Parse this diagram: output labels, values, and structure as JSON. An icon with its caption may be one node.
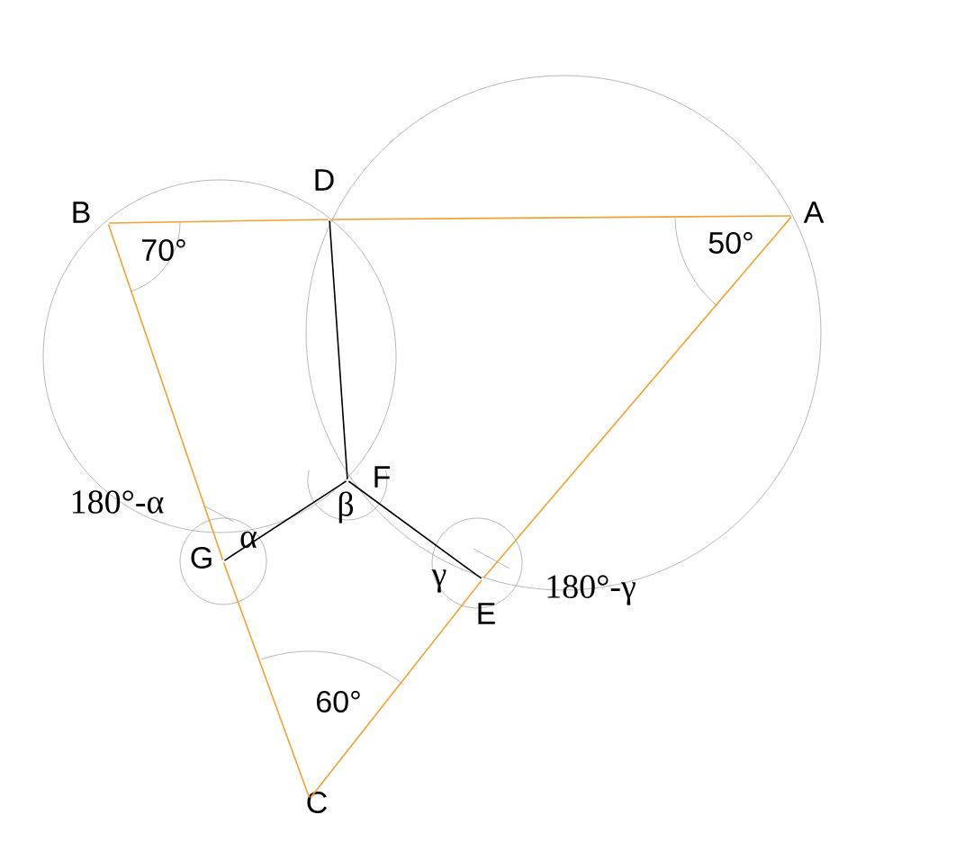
{
  "diagram": {
    "nodes": [
      {
        "text": [
          "A"
        ]
      },
      {
        "text": [
          "B"
        ]
      },
      {
        "text": [
          "C"
        ]
      },
      {
        "text": [
          "D"
        ]
      },
      {
        "text": [
          "E"
        ]
      },
      {
        "text": [
          "F"
        ]
      },
      {
        "text": [
          "G"
        ]
      }
    ],
    "edges": [
      {
        "from": 1,
        "to": 3,
        "arrow": "none"
      },
      {
        "from": 3,
        "to": 0,
        "arrow": "none"
      },
      {
        "from": 0,
        "to": 4,
        "arrow": "none"
      },
      {
        "from": 4,
        "to": 2,
        "arrow": "none"
      },
      {
        "from": 2,
        "to": 6,
        "arrow": "none"
      },
      {
        "from": 6,
        "to": 1,
        "arrow": "none"
      },
      {
        "from": 3,
        "to": 5,
        "arrow": "none",
        "color": "#000000"
      },
      {
        "from": 6,
        "to": 5,
        "arrow": "none",
        "color": "#000000"
      },
      {
        "from": 5,
        "to": 4,
        "arrow": "none",
        "color": "#000000"
      }
    ],
    "labels": [
      "70°",
      "50°",
      "180°-α",
      "α",
      "β",
      "γ",
      "180°-γ",
      "60°"
    ]
  }
}
